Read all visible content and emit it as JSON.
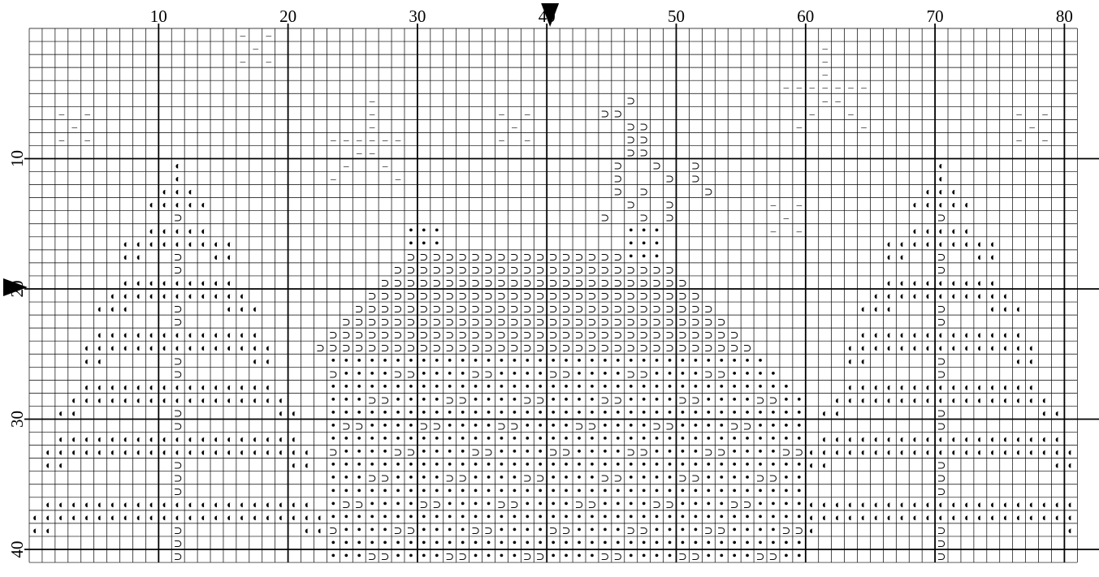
{
  "page": {
    "kind": "cross-stitch pattern chart",
    "background_color": "#ffffff",
    "grid_color": "#000000"
  },
  "grid": {
    "columns": 81,
    "rows": 41,
    "major_line_every": 10
  },
  "ruler": {
    "top_labels": [
      "10",
      "20",
      "30",
      "40",
      "50",
      "60",
      "70",
      "80"
    ],
    "left_labels": [
      "10",
      "20",
      "30",
      "40"
    ]
  },
  "markers": {
    "top_column": 41,
    "left_row": 21,
    "shape": "filled triangle"
  },
  "symbols": {
    "half-moon": "◐",
    "bar": "‒",
    "open-u": "⊃",
    "dot": "•"
  }
}
